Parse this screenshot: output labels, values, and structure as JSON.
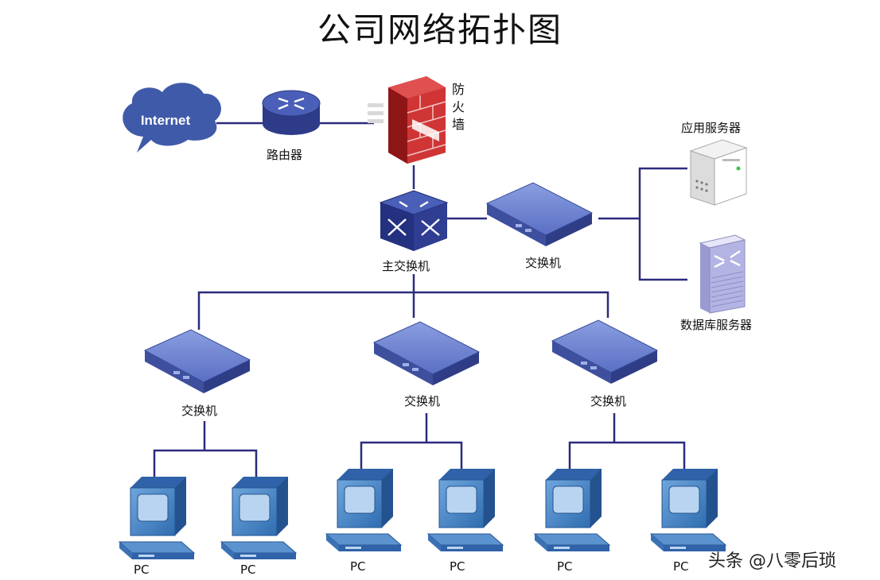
{
  "title": "公司网络拓扑图",
  "nodes": {
    "internet": "Internet",
    "router": "路由器",
    "firewall": "防火墙",
    "core_switch": "主交换机",
    "server_switch": "交换机",
    "app_server": "应用服务器",
    "db_server": "数据库服务器",
    "access_switches": [
      "交换机",
      "交换机",
      "交换机"
    ],
    "pcs": [
      "PC",
      "PC",
      "PC",
      "PC",
      "PC",
      "PC"
    ]
  },
  "watermark": "头条 @八零后琐",
  "colors": {
    "line": "#2b2b7e",
    "device": "#4a5fb8",
    "firewall": "#c83030",
    "pc": "#3d7fc4",
    "cloud": "#3f5aa8"
  }
}
